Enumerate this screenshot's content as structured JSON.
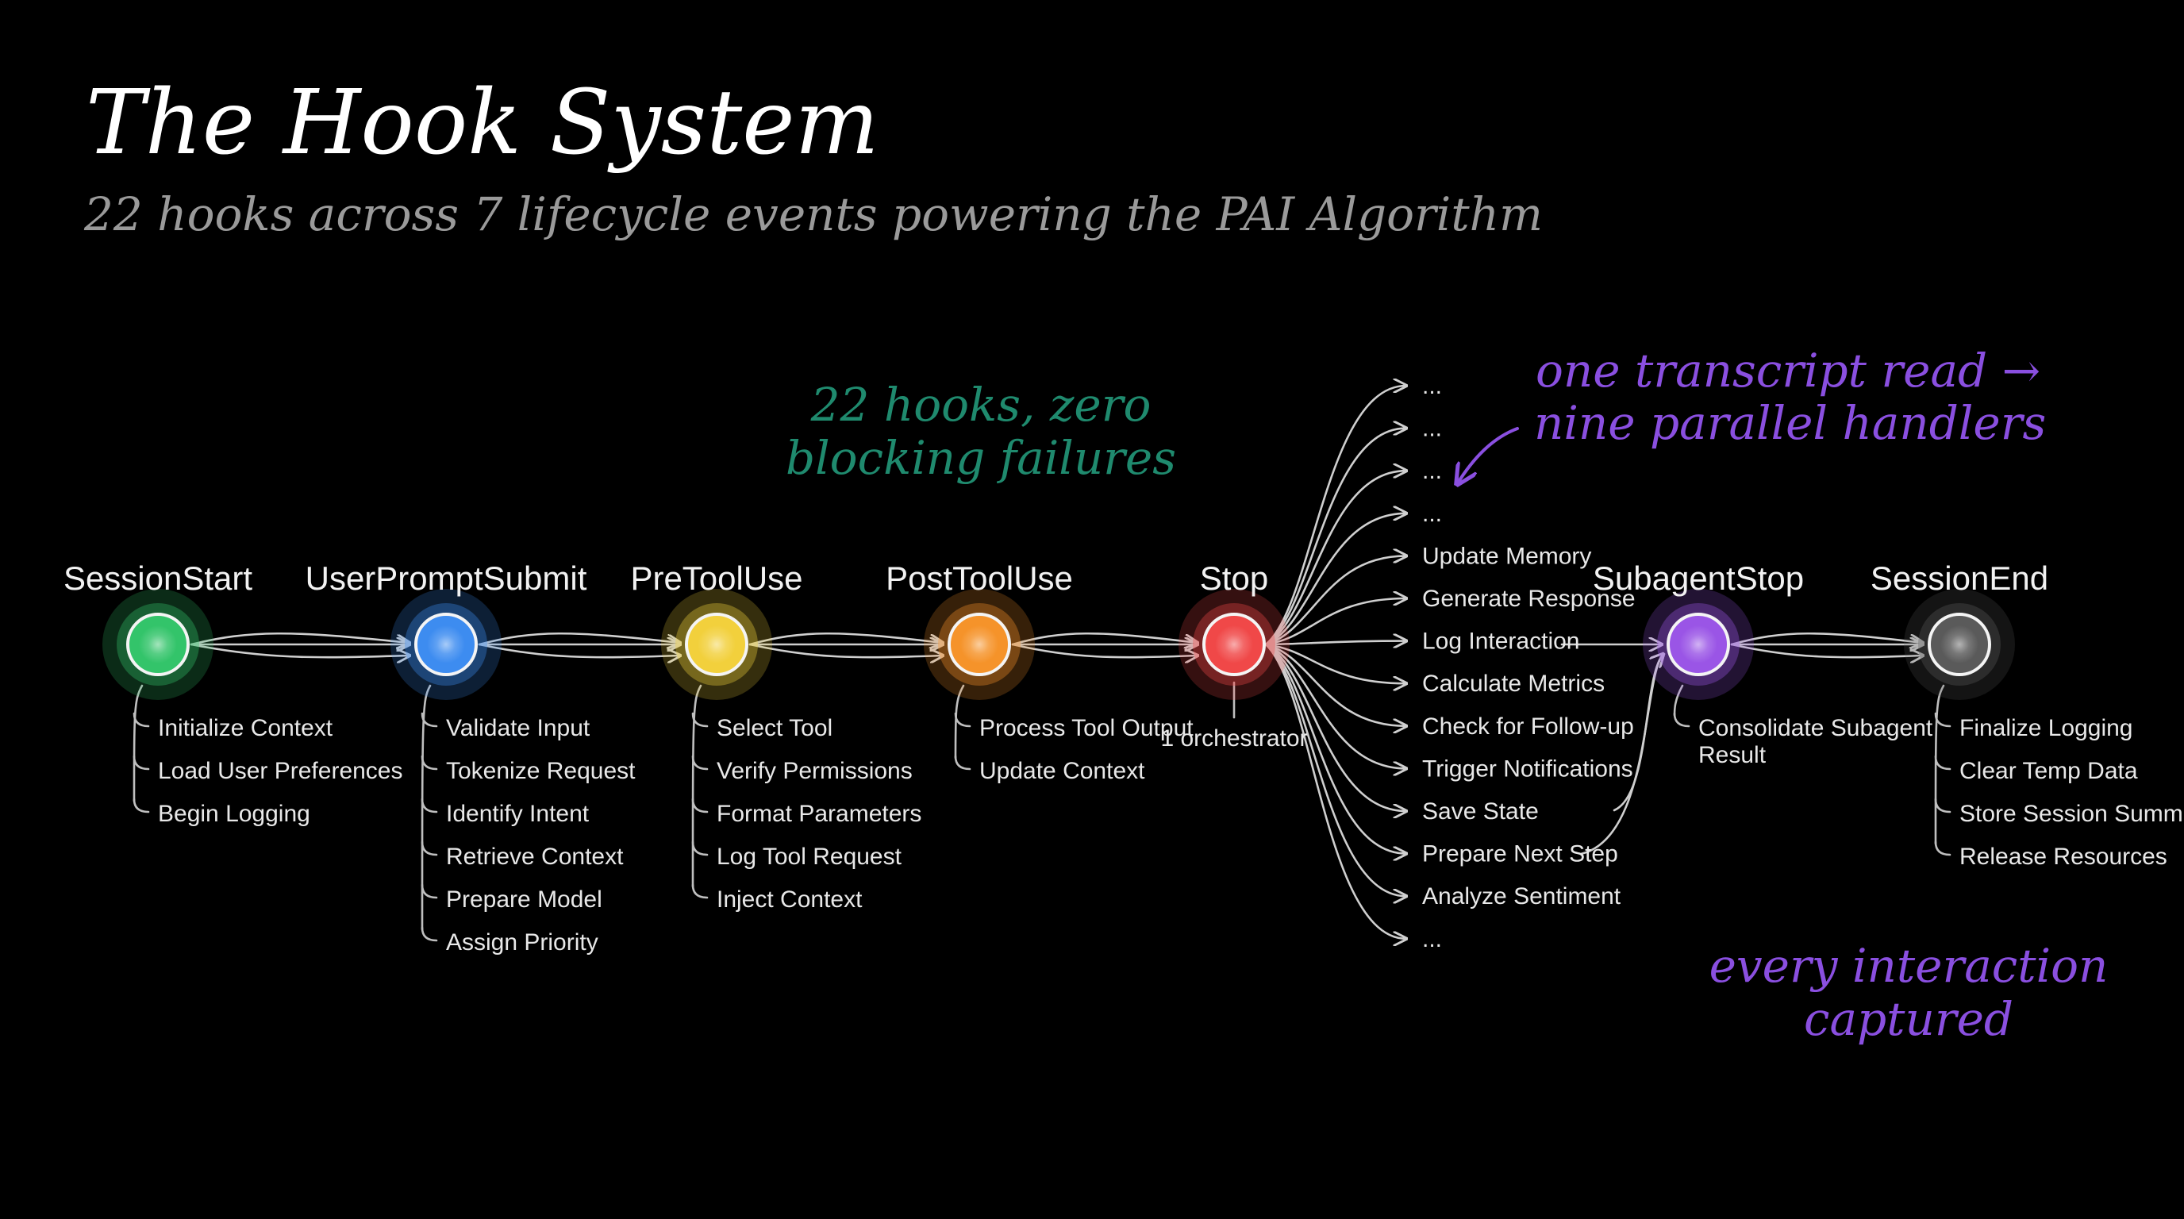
{
  "title": "The Hook System",
  "subtitle": "22 hooks across 7 lifecycle events powering the PAI Algorithm",
  "annotations": {
    "green": {
      "lines": [
        "22 hooks, zero",
        "blocking failures"
      ],
      "color": "#1f8a6e"
    },
    "purple_top": {
      "lines": [
        "one transcript read →",
        "nine parallel handlers"
      ],
      "color": "#8a4fe0"
    },
    "purple_bottom": {
      "lines": [
        "every interaction",
        "captured"
      ],
      "color": "#8a4fe0"
    }
  },
  "events": [
    {
      "name": "SessionStart",
      "color": "#33c46a",
      "hooks": [
        "Initialize Context",
        "Load User Preferences",
        "Begin Logging"
      ]
    },
    {
      "name": "UserPromptSubmit",
      "color": "#3d8cf0",
      "hooks": [
        "Validate Input",
        "Tokenize Request",
        "Identify Intent",
        "Retrieve Context",
        "Prepare Model",
        "Assign Priority"
      ]
    },
    {
      "name": "PreToolUse",
      "color": "#f2d03c",
      "hooks": [
        "Select Tool",
        "Verify Permissions",
        "Format Parameters",
        "Log Tool Request",
        "Inject Context"
      ]
    },
    {
      "name": "PostToolUse",
      "color": "#f5932a",
      "hooks": [
        "Process Tool Output",
        "Update Context"
      ]
    },
    {
      "name": "Stop",
      "color": "#f04848",
      "note": "1 orchestrator",
      "handlers": [
        "...",
        "...",
        "...",
        "...",
        "Update Memory",
        "Generate Response",
        "Log Interaction",
        "Calculate Metrics",
        "Check for Follow-up",
        "Trigger Notifications",
        "Save State",
        "Prepare Next Step",
        "Analyze Sentiment",
        "..."
      ]
    },
    {
      "name": "SubagentStop",
      "color": "#9a55e6",
      "hooks": [
        "Consolidate Subagent",
        "Result"
      ]
    },
    {
      "name": "SessionEnd",
      "color": "#5a5a5a",
      "hooks": [
        "Finalize Logging",
        "Clear Temp Data",
        "Store Session Summary",
        "Release Resources"
      ]
    }
  ]
}
